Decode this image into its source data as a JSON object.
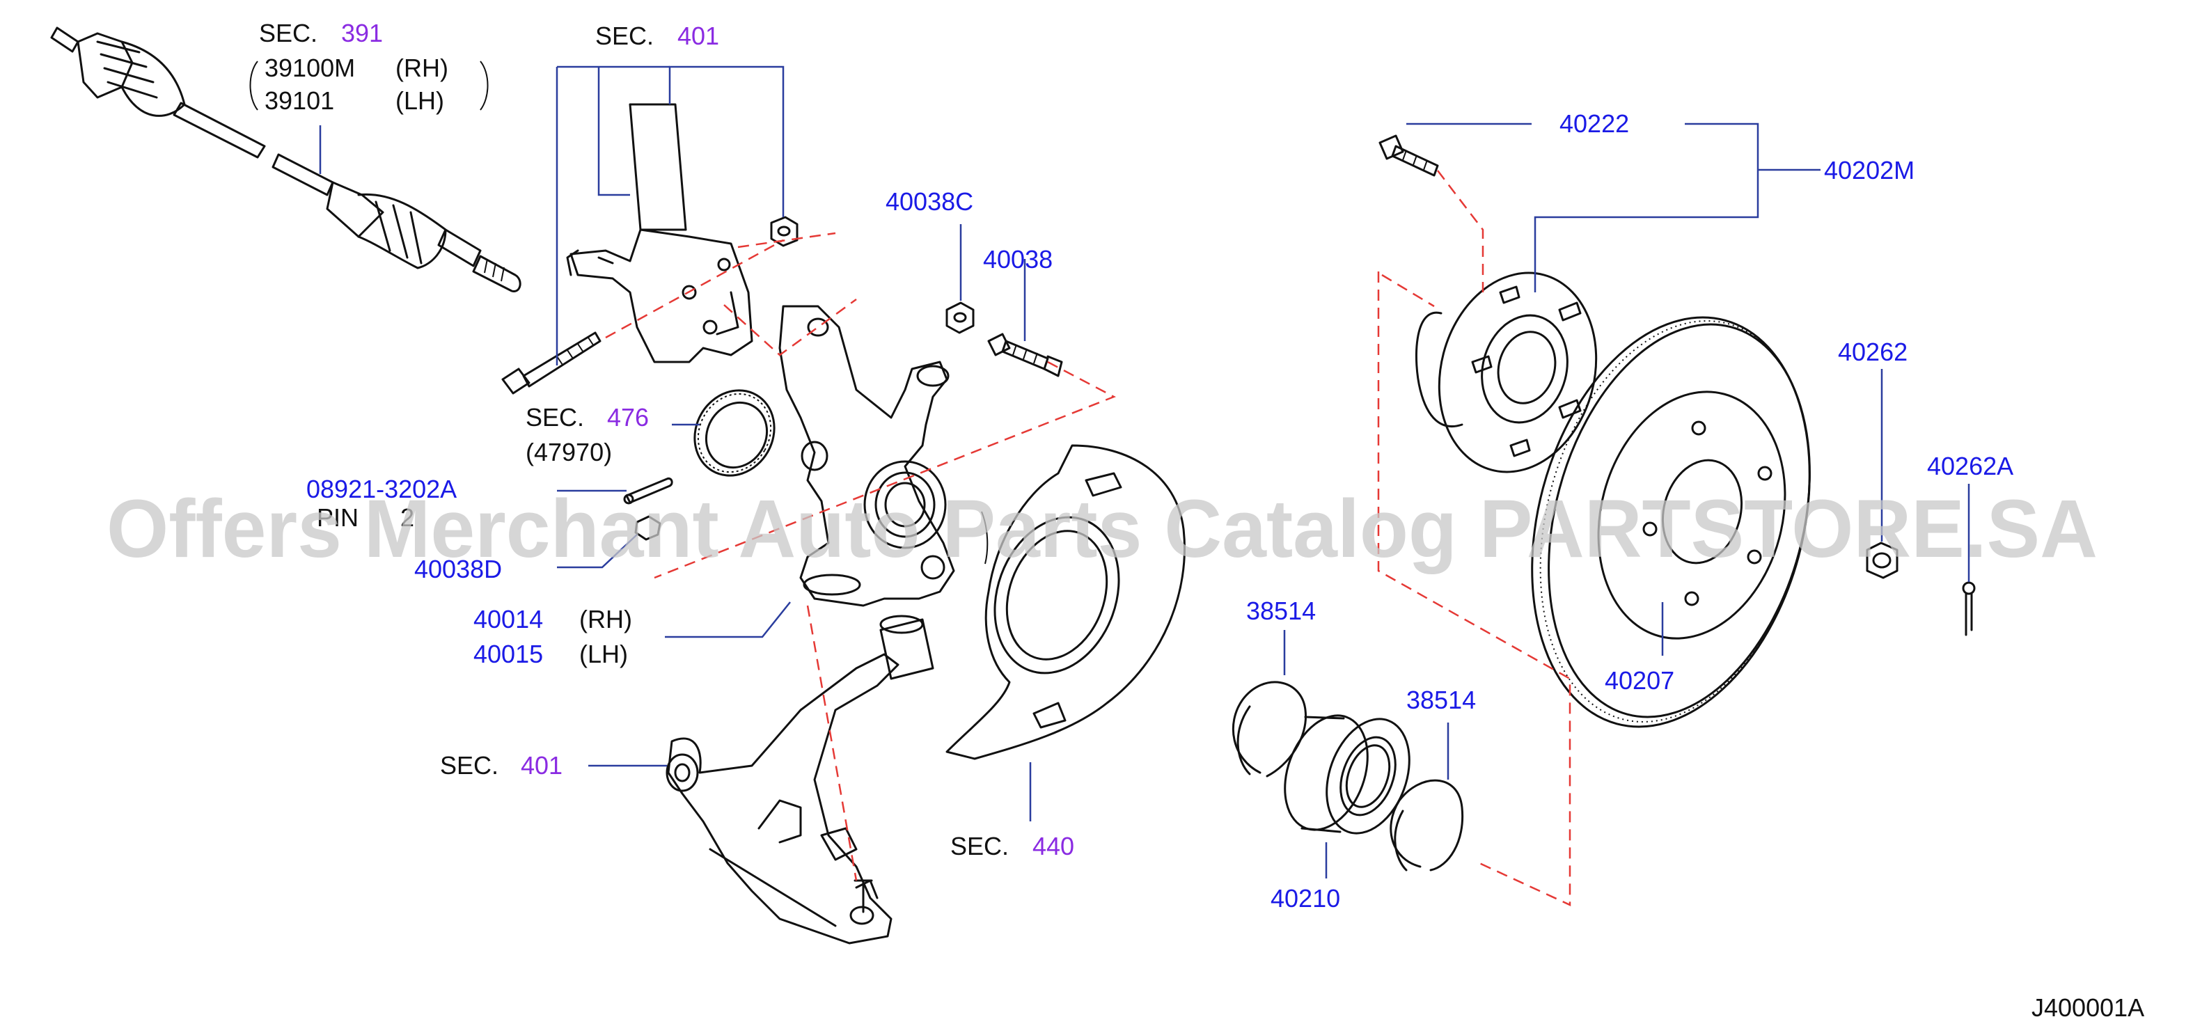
{
  "labels": {
    "sec_391": {
      "prefix": "SEC.",
      "num": "391"
    },
    "driveshaft_rh": {
      "part": "39100M",
      "side": "(RH)"
    },
    "driveshaft_lh": {
      "part": "39101",
      "side": "(LH)"
    },
    "sec_401_top": {
      "prefix": "SEC.",
      "num": "401"
    },
    "sec_476": {
      "prefix": "SEC.",
      "num": "476"
    },
    "sec_476_sub": "(47970)",
    "pin_number": "08921-3202A",
    "pin_text": "PIN",
    "pin_qty": "2",
    "p40038D": "40038D",
    "p40038C": "40038C",
    "p40038": "40038",
    "knuckle_rh": {
      "part": "40014",
      "side": "(RH)"
    },
    "knuckle_lh": {
      "part": "40015",
      "side": "(LH)"
    },
    "sec_401_arm": {
      "prefix": "SEC.",
      "num": "401"
    },
    "sec_440": {
      "prefix": "SEC.",
      "num": "440"
    },
    "p40222": "40222",
    "p40202M": "40202M",
    "p40262": "40262",
    "p40262A": "40262A",
    "p38514_left": "38514",
    "p38514_right": "38514",
    "p40210": "40210",
    "p40207": "40207",
    "drawing_id": "J400001A"
  },
  "watermark": "Offers Merchant Auto Parts Catalog PARTSTORE.SA",
  "colors": {
    "part_number": "#1a1ae6",
    "section_ref": "#8a2be2",
    "leader": "#2a3d9e",
    "alignment_dash": "#e53935",
    "linework": "#111111",
    "watermark": "#c8c8c8"
  }
}
